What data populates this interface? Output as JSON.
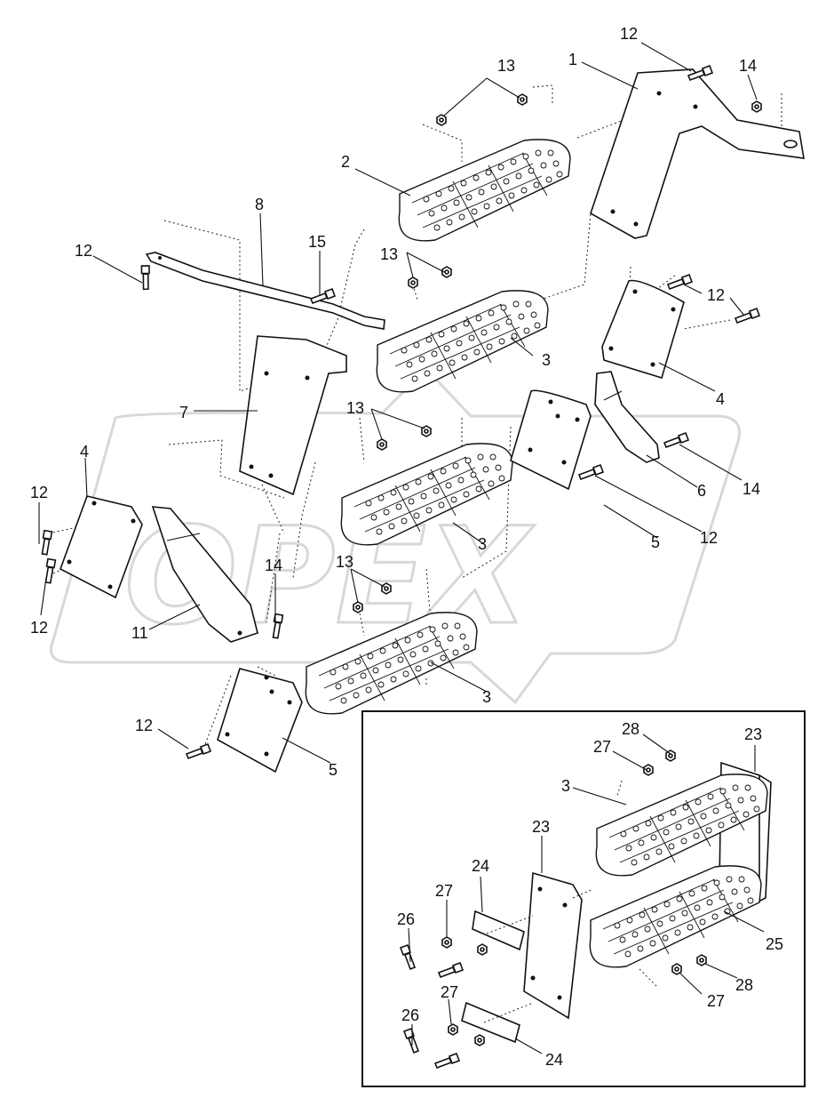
{
  "watermark": {
    "text": "OPEX"
  },
  "callouts": {
    "p1": "1",
    "p2": "2",
    "p3a": "3",
    "p3b": "3",
    "p3c": "3",
    "p3d": "3",
    "p4a": "4",
    "p4b": "4",
    "p5a": "5",
    "p5b": "5",
    "p6": "6",
    "p7": "7",
    "p8": "8",
    "p11": "11",
    "p12a": "12",
    "p12b": "12",
    "p12c": "12",
    "p12d": "12",
    "p12e": "12",
    "p12f": "12",
    "p13a": "13",
    "p13b": "13",
    "p13c": "13",
    "p13d": "13",
    "p14a": "14",
    "p14b": "14",
    "p14c": "14",
    "p15": "15",
    "p23a": "23",
    "p23b": "23",
    "p24a": "24",
    "p24b": "24",
    "p25": "25",
    "p26a": "26",
    "p26b": "26",
    "p27a": "27",
    "p27b": "27",
    "p27c": "27",
    "p27d": "27",
    "p28a": "28",
    "p28b": "28"
  }
}
